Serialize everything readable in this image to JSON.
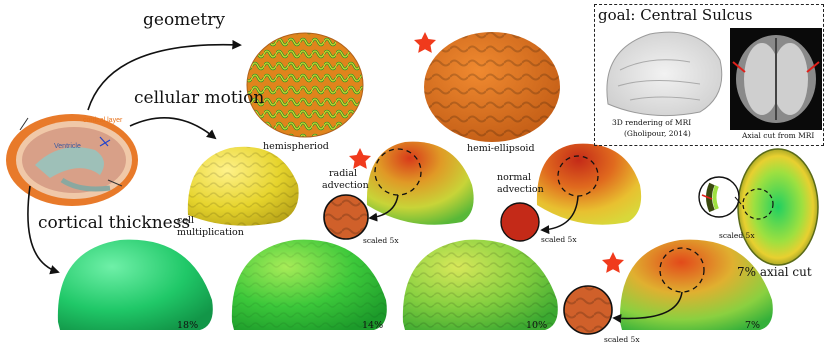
{
  "labels": {
    "geometry": "geometry",
    "cellular_motion": "cellular motion",
    "cortical_thickness": "cortical thickness",
    "hemispheriod": "hemispheriod",
    "hemi_ellipsoid": "hemi-ellipsoid",
    "cell_multiplication_1": "cell",
    "cell_multiplication_2": "multiplication",
    "radial_advection_1": "radial",
    "radial_advection_2": "advection",
    "normal_advection_1": "normal",
    "normal_advection_2": "advection",
    "scaled_radial": "scaled 5x",
    "scaled_normal": "scaled 5x",
    "scaled_axial": "scaled 5x",
    "scaled_bottom": "scaled 5x",
    "axial_cut": "7% axial cut",
    "pct_18": "18%",
    "pct_14": "14%",
    "pct_10": "10%",
    "pct_7": "7%"
  },
  "brain_diagram": {
    "cortical_layer": "cortical layer",
    "ventricle": "Ventricle"
  },
  "goal": {
    "title": "goal: Central Sulcus",
    "mri_caption_1": "3D rendering of MRI",
    "mri_caption_2": "(Gholipour, 2014)",
    "axial_caption": "Axial cut from MRI"
  },
  "colors": {
    "star": "#f03a1c",
    "orange": "#e8731c",
    "yellow": "#e2d22c",
    "green": "#22c46a",
    "red": "#d2281c"
  }
}
